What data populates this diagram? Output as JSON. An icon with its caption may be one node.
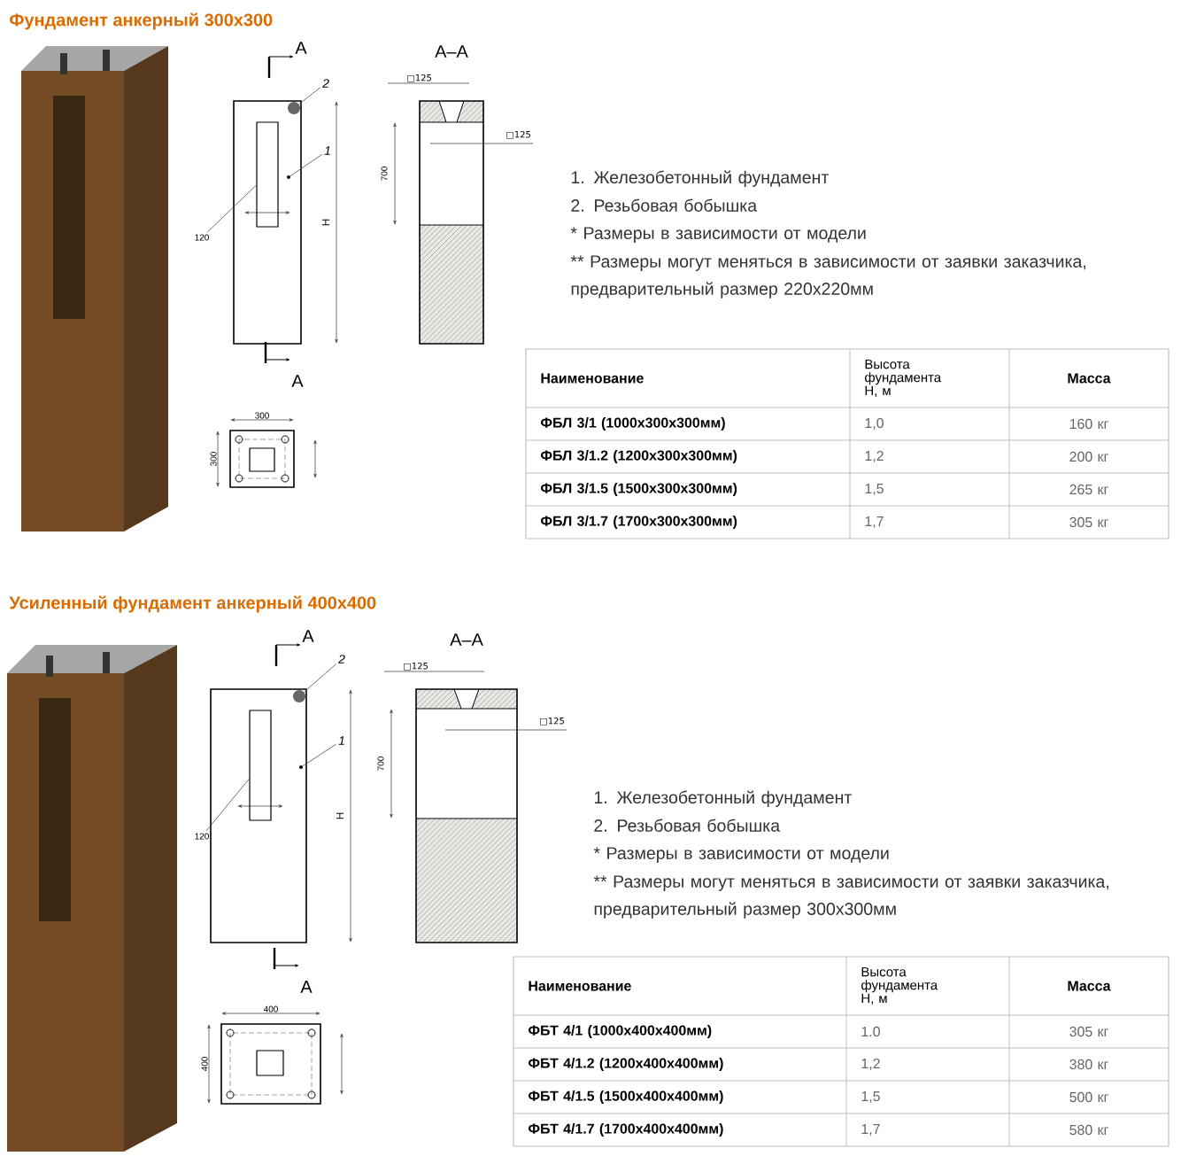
{
  "diagram": {
    "nodes": [
      {
        "text": [
          "2"
        ]
      },
      {
        "text": [],
        "shape": "circle"
      },
      {
        "text": [
          "1"
        ]
      },
      {
        "text": [],
        "shape": "circle"
      },
      {
        "text": [
          "120"
        ]
      },
      {
        "text": [],
        "shape": "box"
      },
      {
        "text": [
          "2"
        ]
      },
      {
        "text": [],
        "shape": "circle"
      },
      {
        "text": [
          "1"
        ]
      },
      {
        "text": [],
        "shape": "circle"
      },
      {
        "text": [
          "120"
        ]
      },
      {
        "text": [],
        "shape": "box"
      }
    ],
    "edges": [
      {
        "from": 0,
        "to": 1,
        "arrow": "none"
      },
      {
        "from": 2,
        "to": 3,
        "arrow": "none"
      },
      {
        "from": 4,
        "to": 5,
        "arrow": "none"
      },
      {
        "from": 6,
        "to": 7,
        "arrow": "none"
      },
      {
        "from": 8,
        "to": 9,
        "arrow": "none"
      },
      {
        "from": 10,
        "to": 11,
        "arrow": "none"
      }
    ],
    "labels": [
      "Фундамент анкерный 300x300",
      "А",
      "А–А",
      "□125",
      "□125",
      "700",
      "H",
      "А",
      "300",
      "300",
      "1. Железобетонный фундамент",
      "2. Резьбовая бобышка",
      "* Размеры в зависимости от модели",
      "** Размеры могут меняться в зависимости от заявки заказчика, предварительный размер 220х220мм",
      "Наименование",
      "Высота фундамента Н, м",
      "Масса",
      "ФБЛ 3/1 (1000х300х300мм)",
      "1,0",
      "160 кг",
      "ФБЛ 3/1.2 (1200х300х300мм)",
      "1,2",
      "200 кг",
      "ФБЛ 3/1.5 (1500х300х300мм)",
      "1,5",
      "265 кг",
      "ФБЛ 3/1.7 (1700х300х300мм)",
      "1,7",
      "305 кг",
      "Усиленный фундамент анкерный 400x400",
      "А",
      "А–А",
      "□125",
      "□125",
      "700",
      "H",
      "А",
      "400",
      "400",
      "1. Железобетонный фундамент",
      "2. Резьбовая бобышка",
      "* Размеры в зависимости от модели",
      "** Размеры могут меняться в зависимости от заявки заказчика, предварительный размер 300х300мм",
      "Наименование",
      "Высота фундамента Н, м",
      "Масса",
      "ФБТ 4/1 (1000х400х400мм)",
      "1.0",
      "305 кг",
      "ФБТ 4/1.2 (1200х400х400мм)",
      "1,2",
      "380 кг",
      "ФБТ 4/1.5 (1500х400х400мм)",
      "1,5",
      "500 кг",
      "ФБТ 4/1.7 (1700х400х400мм)",
      "1,7",
      "580 кг"
    ]
  }
}
